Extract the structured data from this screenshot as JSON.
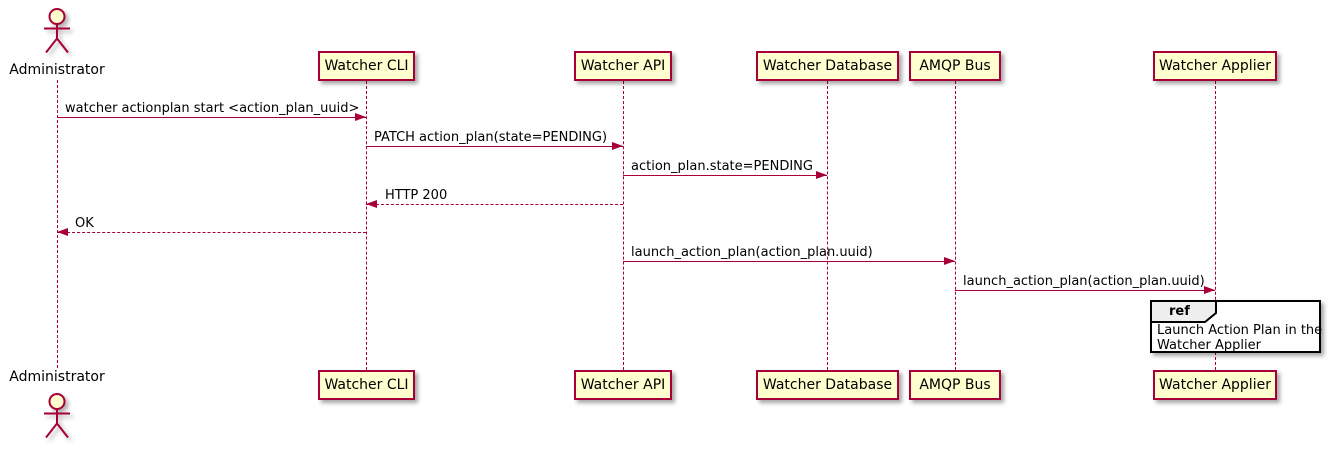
{
  "diagram": {
    "actor": {
      "name": "Administrator"
    },
    "participants": [
      {
        "name": "Watcher CLI"
      },
      {
        "name": "Watcher API"
      },
      {
        "name": "Watcher Database"
      },
      {
        "name": "AMQP Bus"
      },
      {
        "name": "Watcher Applier"
      }
    ],
    "messages": [
      {
        "text": "watcher actionplan start <action_plan_uuid>",
        "from": "Administrator",
        "to": "Watcher CLI",
        "style": "solid"
      },
      {
        "text": "PATCH action_plan(state=PENDING)",
        "from": "Watcher CLI",
        "to": "Watcher API",
        "style": "solid"
      },
      {
        "text": "action_plan.state=PENDING",
        "from": "Watcher API",
        "to": "Watcher Database",
        "style": "solid"
      },
      {
        "text": "HTTP 200",
        "from": "Watcher API",
        "to": "Watcher CLI",
        "style": "dashed"
      },
      {
        "text": "OK",
        "from": "Watcher CLI",
        "to": "Administrator",
        "style": "dashed"
      },
      {
        "text": "launch_action_plan(action_plan.uuid)",
        "from": "Watcher API",
        "to": "AMQP Bus",
        "style": "solid"
      },
      {
        "text": "launch_action_plan(action_plan.uuid)",
        "from": "AMQP Bus",
        "to": "Watcher Applier",
        "style": "solid"
      }
    ],
    "ref": {
      "keyword": "ref",
      "lines": [
        "Launch Action Plan in the",
        "Watcher Applier"
      ]
    },
    "colors": {
      "participant_fill": "#FEFECE",
      "border": "#A80036",
      "arrow": "#A80036",
      "ref_header_fill": "#EEEEEE",
      "ref_border": "#000000",
      "text": "#000000"
    }
  }
}
